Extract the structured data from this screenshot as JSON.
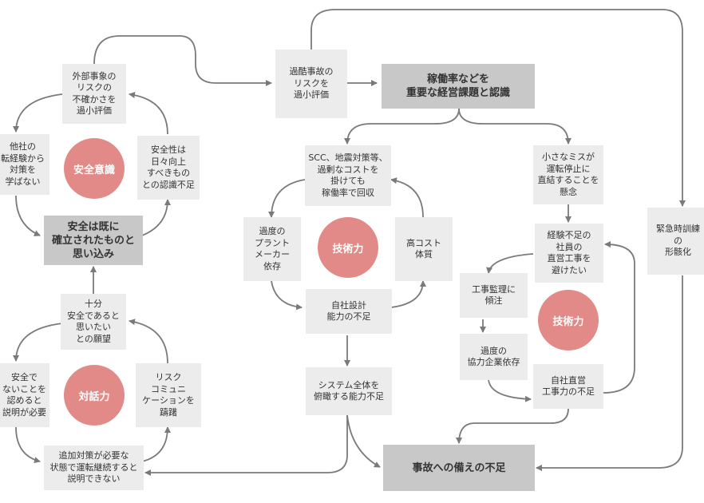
{
  "colors": {
    "circle": "#e28a87",
    "box": "#ececec",
    "box_dark": "#c8c8c8",
    "line": "#7a7a7a"
  },
  "nodes": {
    "external_risk": "外部事象の\nリスクの\n不確かさを\n過小評価",
    "other_company": "他社の\n転経験から\n対策を\n学ばない",
    "safety_awareness_inner": "安全性は\n日々向上\nすべきもの\nとの認識不足",
    "established_belief": "安全は既に\n確立されたものと\n思い込み",
    "sufficient_wish": "十分\n安全であると\n思いたい\nとの願望",
    "unsafe_explain": "安全で\nないことを\n認めると\n説明が必要",
    "risk_comm": "リスク\nコミュニ\nケーションを\n躊躇",
    "additional_measures": "追加対策が必要な\n状態で運転継続すると\n説明できない",
    "past_accident": "過酷事故の\nリスクを\n過小評価",
    "operation_rate": "稼働率などを\n重要な経営課題と認識",
    "scc": "SCC、地震対策等、\n過剰なコストを\n掛けても\n稼働率で回収",
    "plant_maker": "過度の\nプラント\nメーカー\n依存",
    "high_cost": "高コスト\n体質",
    "own_design": "自社設計\n能力の不足",
    "system_overview": "システム全体を\n俯瞰する能力不足",
    "small_mistake": "小さなミスが\n運転停止に\n直結することを\n懸念",
    "inexperienced": "経験不足の\n社員の\n直営工事を\n避けたい",
    "supervision": "工事監理に\n傾注",
    "partner_dependency": "過度の\n協力企業依存",
    "direct_work": "自社直営\n工事力の不足",
    "emergency_training": "緊急時訓練の\n形骸化",
    "accident_prep": "事故への備えの不足"
  },
  "circles": {
    "safety": "安全意識",
    "tech1": "技術力",
    "dialogue": "対話力",
    "tech2": "技術力"
  }
}
